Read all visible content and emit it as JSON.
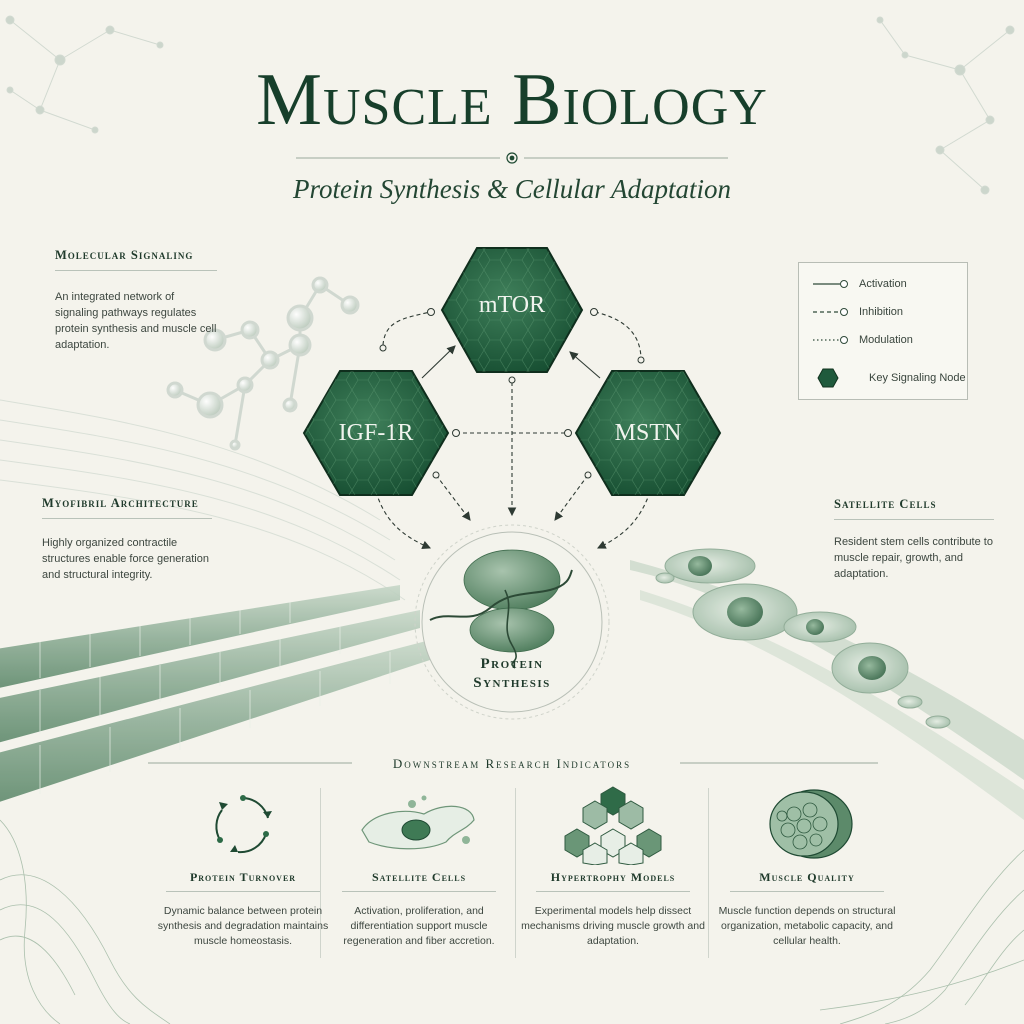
{
  "header": {
    "title": "Muscle Biology",
    "subtitle": "Protein Synthesis & Cellular Adaptation"
  },
  "left_panels": [
    {
      "heading": "Molecular Signaling",
      "text": "An integrated network of signaling pathways regulates protein synthesis and muscle cell adaptation."
    },
    {
      "heading": "Myofibril Architecture",
      "text": "Highly organized contractile structures enable force generation and structural integrity."
    }
  ],
  "right_panel": {
    "heading": "Satellite Cells",
    "text": "Resident stem cells contribute to muscle repair, growth, and adaptation."
  },
  "legend": {
    "items": [
      {
        "label": "Activation",
        "style": "solid"
      },
      {
        "label": "Inhibition",
        "style": "dashed"
      },
      {
        "label": "Modulation",
        "style": "dotted"
      },
      {
        "label": "Key Signaling Node",
        "style": "hex"
      }
    ]
  },
  "nodes": {
    "mtor": "mTOR",
    "igf1r": "IGF-1R",
    "mstn": "MSTN",
    "protein_synthesis": [
      "Protein",
      "Synthesis"
    ]
  },
  "downstream": {
    "heading": "Downstream Research Indicators",
    "columns": [
      {
        "heading": "Protein Turnover",
        "text": "Dynamic balance between protein synthesis and degradation maintains muscle homeostasis.",
        "icon": "cycle-arrows-icon"
      },
      {
        "heading": "Satellite Cells",
        "text": "Activation, proliferation, and differentiation support muscle regeneration and fiber accretion.",
        "icon": "stem-cell-icon"
      },
      {
        "heading": "Hypertrophy Models",
        "text": "Experimental models help dissect mechanisms driving muscle growth and adaptation.",
        "icon": "cube-network-icon"
      },
      {
        "heading": "Muscle Quality",
        "text": "Muscle function depends on structural organization, metabolic capacity, and cellular health.",
        "icon": "muscle-cross-section-icon"
      }
    ]
  },
  "colors": {
    "primary": "#1f5a3c",
    "dark": "#173f2b",
    "background": "#f4f3ec"
  }
}
